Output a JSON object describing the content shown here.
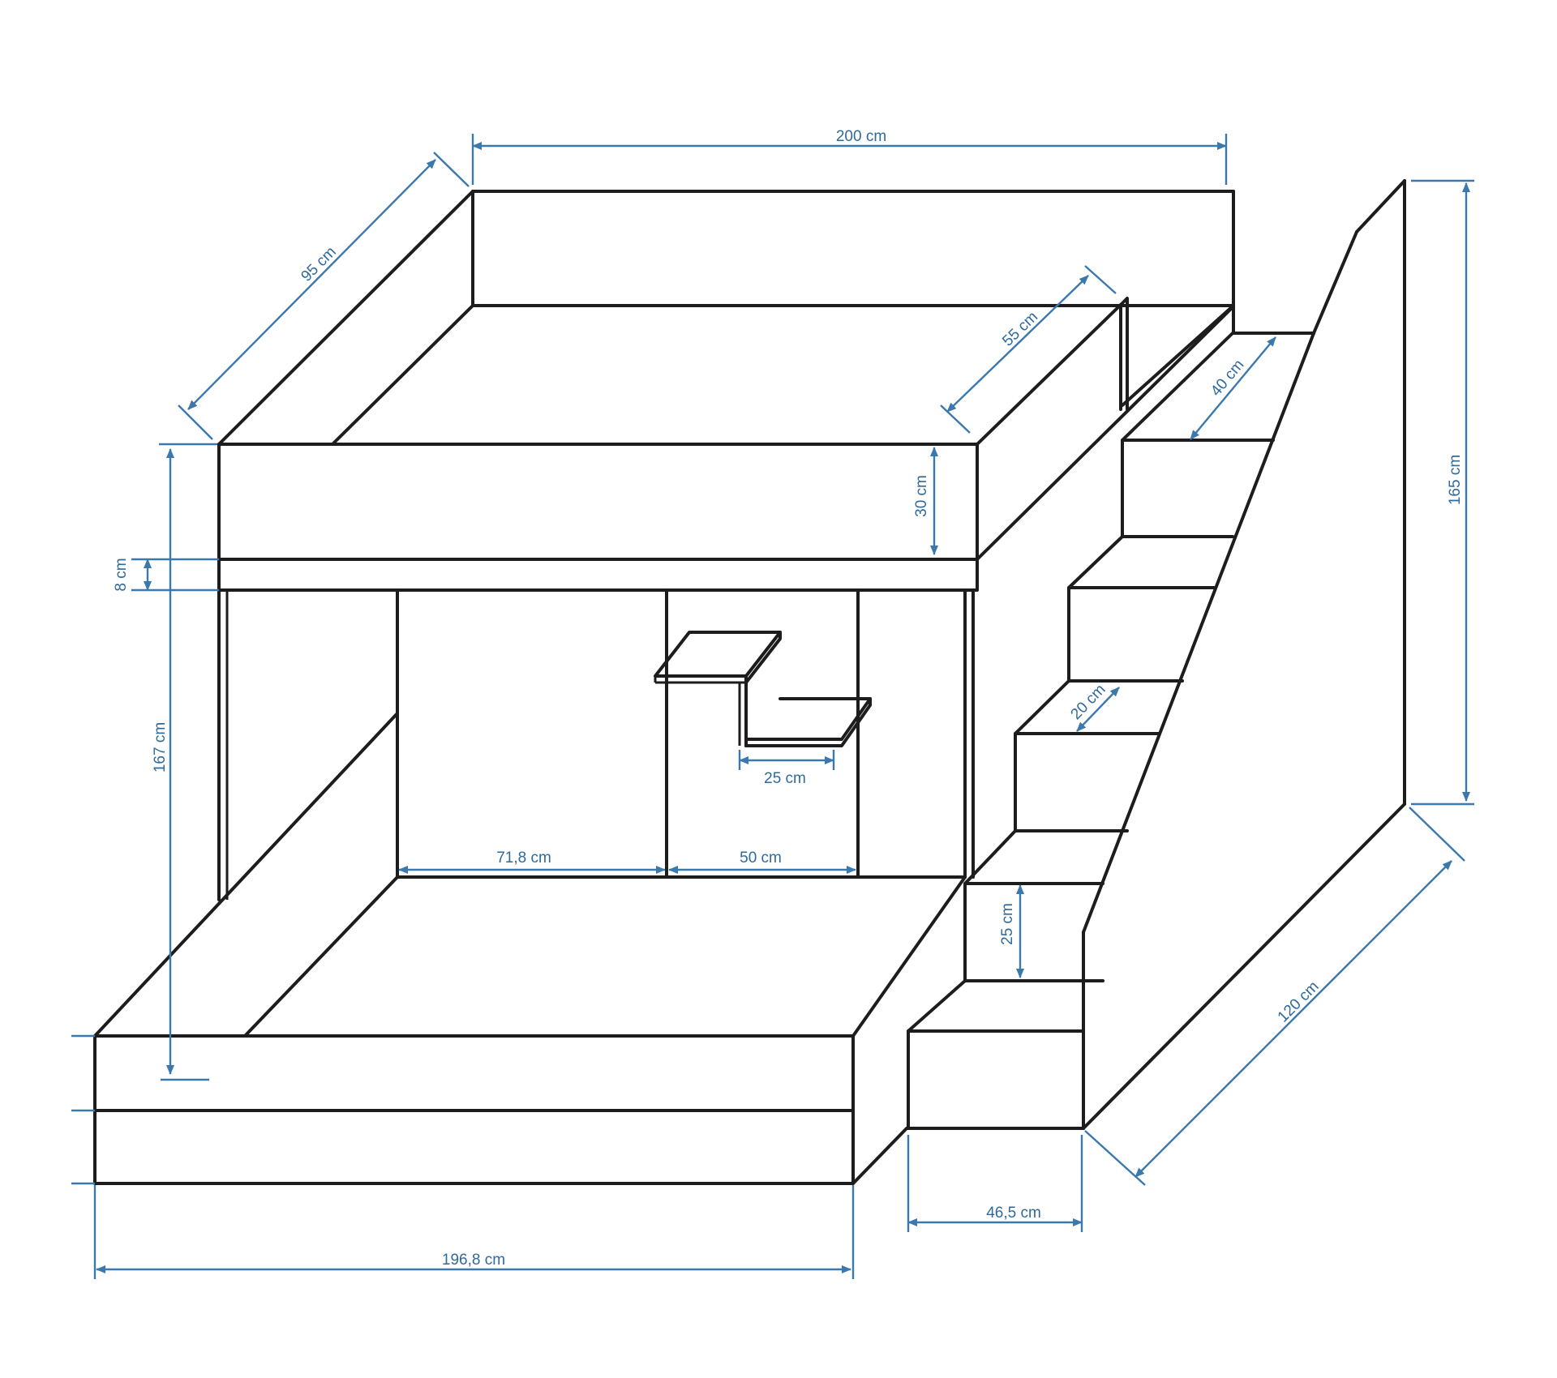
{
  "colors": {
    "outline": "#1d1d1d",
    "dimension": "#3b78ad",
    "dimension_text": "#2f6a9c",
    "background": "#ffffff"
  },
  "dimensions": {
    "top_length": "200 cm",
    "top_depth": "95 cm",
    "guard_depth": "55 cm",
    "rail_height": "30 cm",
    "board_thickness": "8 cm",
    "bottom_bed_height": "167 cm",
    "step_depth": "40 cm",
    "stair_height": "165 cm",
    "step_width": "20 cm",
    "shelf_width": "25 cm",
    "opening_width": "71,8 cm",
    "panel_width": "50 cm",
    "step_height": "25 cm",
    "stair_depth": "120 cm",
    "stair_width": "46,5 cm",
    "bottom_length": "196,8 cm"
  }
}
